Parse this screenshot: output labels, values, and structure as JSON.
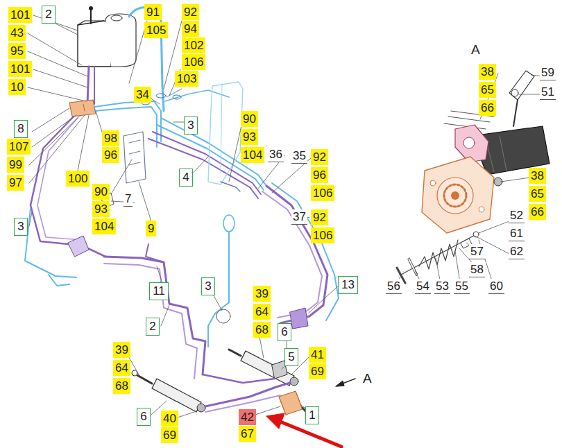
{
  "diagram": {
    "nodes": [
      {
        "text": [
          "2"
        ]
      },
      {
        "text": [
          "8"
        ]
      },
      {
        "text": [
          "3"
        ]
      },
      {
        "text": [
          "4"
        ]
      },
      {
        "text": [
          "3"
        ]
      },
      {
        "text": [
          "11"
        ]
      },
      {
        "text": [
          "3"
        ]
      },
      {
        "text": [
          "13"
        ]
      },
      {
        "text": [
          "2"
        ]
      },
      {
        "text": [
          "6"
        ]
      },
      {
        "text": [
          "5"
        ]
      },
      {
        "text": [
          "1"
        ]
      },
      {
        "text": [
          "6"
        ]
      }
    ],
    "labels": [
      "101",
      "43",
      "95",
      "101",
      "10",
      "91",
      "105",
      "92",
      "94",
      "102",
      "106",
      "34",
      "103",
      "107",
      "99",
      "97",
      "98",
      "96",
      "100",
      "90",
      "93",
      "104",
      "9",
      "90",
      "93",
      "104",
      "36",
      "35",
      "92",
      "96",
      "106",
      "37",
      "92",
      "106",
      "7",
      "39",
      "64",
      "68",
      "41",
      "69",
      "39",
      "64",
      "68",
      "40",
      "69",
      "42",
      "67",
      "A",
      "A",
      "38",
      "65",
      "66",
      "59",
      "51",
      "38",
      "65",
      "66",
      "52",
      "61",
      "62",
      "57",
      "58",
      "60",
      "56",
      "54",
      "53",
      "55"
    ]
  }
}
